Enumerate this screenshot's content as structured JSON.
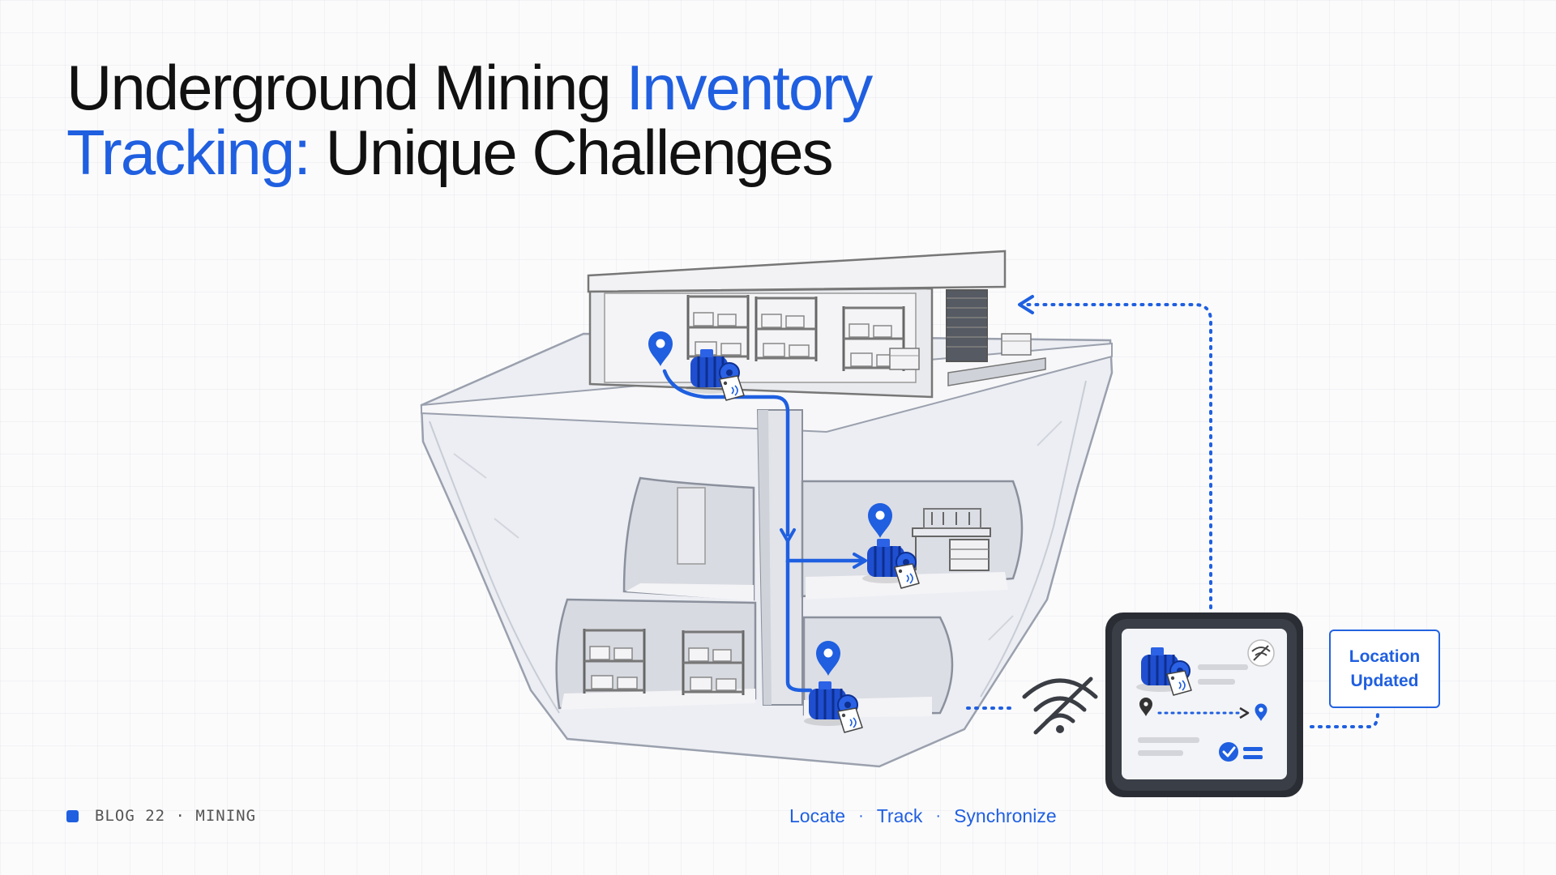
{
  "title": {
    "part1": "Underground Mining ",
    "part2": "Inventory",
    "part3": "Tracking:",
    "part4": " Unique Challenges"
  },
  "footer": {
    "label": "BLOG 22 · MINING"
  },
  "tagline": {
    "items": [
      "Locate",
      "Track",
      "Synchronize"
    ],
    "separator": "·"
  },
  "status_box": {
    "line1": "Location",
    "line2": "Updated"
  },
  "colors": {
    "accent": "#1f5fe0",
    "text": "#111111",
    "rock": "#eceef3",
    "device_frame": "#2a2d33"
  },
  "icons": [
    "location-pin-icon",
    "motor-icon",
    "rfid-tag-icon",
    "no-wifi-icon",
    "check-icon",
    "arrow-icon"
  ]
}
